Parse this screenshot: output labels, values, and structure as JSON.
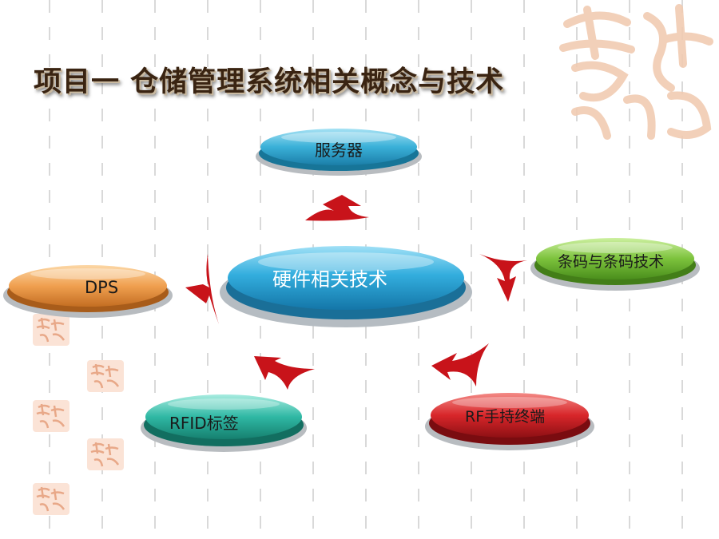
{
  "title": "项目一  仓储管理系统相关概念与技术",
  "diagram": {
    "center": {
      "label": "硬件相关技术"
    },
    "nodes": [
      {
        "id": "server",
        "label": "服务器"
      },
      {
        "id": "barcode",
        "label": "条码与条码技术"
      },
      {
        "id": "rf",
        "label": "RF手持终端"
      },
      {
        "id": "rfid",
        "label": "RFID标签"
      },
      {
        "id": "dps",
        "label": "DPS"
      }
    ]
  },
  "colors": {
    "center": "#2aa6d6",
    "server": "#3ab0d8",
    "barcode": "#7cc23c",
    "rf": "#d8262a",
    "rfid": "#2fb8a4",
    "dps": "#f0a050",
    "arrow": "#c8131a",
    "title": "#3a2412"
  }
}
